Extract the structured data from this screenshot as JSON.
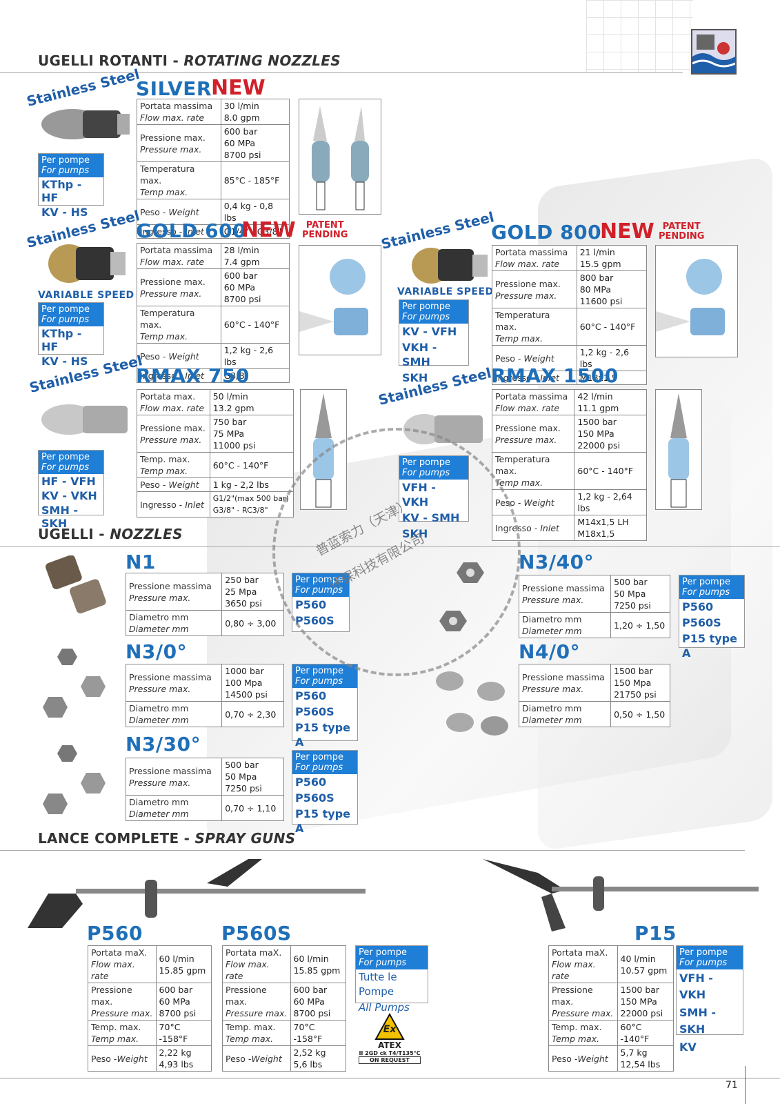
{
  "sections": {
    "rotating": "UGELLI ROTANTI - ",
    "rotating_it": "ROTATING NOZZLES",
    "nozzles": "UGELLI - ",
    "nozzles_it": "NOZZLES",
    "guns": "LANCE COMPLETE - ",
    "guns_it": "SPRAY GUNS"
  },
  "labels": {
    "stainless": "Stainless Steel",
    "new": "NEW",
    "patent1": "PATENT",
    "patent2": "PENDING",
    "variable": "VARIABLE SPEED",
    "per_pompe": "Per pompe",
    "for_pumps": "For pumps"
  },
  "silver": {
    "title": "SILVER",
    "pumps": [
      "KThp - HF",
      "KV - HS"
    ],
    "rows": [
      [
        "Portata massima",
        "Flow max. rate",
        "30 l/min",
        "8.0 gpm"
      ],
      [
        "Pressione max.",
        "Pressure max.",
        "600 bar",
        "60 MPa",
        "8700 psi"
      ],
      [
        "Temperatura max.",
        "Temp max.",
        "85°C - 185°F"
      ],
      [
        "Peso - ",
        "Weight",
        "0,4 kg - 0,8 lbs"
      ],
      [
        "Ingresso - ",
        "Inlet",
        "G1/4\" - G3/8\""
      ]
    ]
  },
  "gold600": {
    "title": "GOLD 600",
    "pumps": [
      "KThp - HF",
      "KV - HS"
    ],
    "rows": [
      [
        "Portata massima",
        "Flow max. rate",
        "28 l/min",
        "7.4 gpm"
      ],
      [
        "Pressione max.",
        "Pressure max.",
        "600 bar",
        "60 MPa",
        "8700 psi"
      ],
      [
        "Temperatura max.",
        "Temp max.",
        "60°C - 140°F"
      ],
      [
        "Peso - ",
        "Weight",
        "1,2 kg - 2,6 lbs"
      ],
      [
        "Ingresso - ",
        "Inlet",
        "G3/8\""
      ]
    ]
  },
  "gold800": {
    "title": "GOLD 800",
    "pumps": [
      "KV - VFH",
      "VKH - SMH",
      "SKH"
    ],
    "rows": [
      [
        "Portata massima",
        "Flow max. rate",
        "21 l/min",
        "15.5 gpm"
      ],
      [
        "Pressione max.",
        "Pressure max.",
        "800 bar",
        "80 MPa",
        "11600 psi"
      ],
      [
        "Temperatura max.",
        "Temp max.",
        "60°C - 140°F"
      ],
      [
        "Peso - ",
        "Weight",
        "1,2 kg - 2,6 lbs"
      ],
      [
        "Ingresso - ",
        "Inlet",
        "M18x1,5"
      ]
    ]
  },
  "rmax750": {
    "title": "RMAX 750",
    "pumps": [
      "HF - VFH",
      "KV - VKH",
      "SMH - SKH"
    ],
    "rows": [
      [
        "Portata max.",
        "Flow max. rate",
        "50 l/min",
        "13.2 gpm"
      ],
      [
        "Pressione max.",
        "Pressure max.",
        "750 bar",
        "75 MPa",
        "11000 psi"
      ],
      [
        "Temp. max.",
        "Temp max.",
        "60°C - 140°F"
      ],
      [
        "Peso - ",
        "Weight",
        "1 kg - 2,2 lbs"
      ],
      [
        "Ingresso - ",
        "Inlet",
        "G1/2\"(max 500 bar)",
        "G3/8\" - RC3/8\""
      ]
    ]
  },
  "rmax1500": {
    "title": "RMAX 1500",
    "pumps": [
      "VFH - VKH",
      "KV - SMH",
      "SKH"
    ],
    "rows": [
      [
        "Portata massima",
        "Flow max. rate",
        "42 l/min",
        "11.1 gpm"
      ],
      [
        "Pressione max.",
        "Pressure max.",
        "1500 bar",
        "150 MPa",
        "22000 psi"
      ],
      [
        "Temperatura max.",
        "Temp max.",
        "60°C - 140°F"
      ],
      [
        "Peso - ",
        "Weight",
        "1,2 kg - 2,64 lbs"
      ],
      [
        "Ingresso - ",
        "Inlet",
        "M14x1,5 LH",
        "M18x1,5"
      ]
    ]
  },
  "n1": {
    "title": "N1",
    "rows": [
      [
        "Pressione massima",
        "Pressure max.",
        "250 bar",
        "25 Mpa",
        "3650 psi"
      ],
      [
        "Diametro mm",
        "Diameter mm",
        "0,80 ÷ 3,00"
      ]
    ],
    "pumps": [
      "P560",
      "P560S"
    ]
  },
  "n340": {
    "title": "N3/40°",
    "rows": [
      [
        "Pressione massima",
        "Pressure max.",
        "500 bar",
        "50 Mpa",
        "7250 psi"
      ],
      [
        "Diametro mm",
        "Diameter mm",
        "1,20 ÷ 1,50"
      ]
    ],
    "pumps": [
      "P560",
      "P560S",
      "P15 type A"
    ]
  },
  "n30": {
    "title": "N3/0°",
    "rows": [
      [
        "Pressione massima",
        "Pressure max.",
        "1000 bar",
        "100 Mpa",
        "14500 psi"
      ],
      [
        "Diametro mm",
        "Diameter mm",
        "0,70 ÷ 2,30"
      ]
    ],
    "pumps": [
      "P560",
      "P560S",
      "P15 type A"
    ]
  },
  "n40": {
    "title": "N4/0°",
    "rows": [
      [
        "Pressione massima",
        "Pressure max.",
        "1500 bar",
        "150 Mpa",
        "21750 psi"
      ],
      [
        "Diametro mm",
        "Diameter mm",
        "0,50 ÷ 1,50"
      ]
    ]
  },
  "n330": {
    "title": "N3/30°",
    "rows": [
      [
        "Pressione massima",
        "Pressure max.",
        "500 bar",
        "50 Mpa",
        "7250 psi"
      ],
      [
        "Diametro mm",
        "Diameter mm",
        "0,70 ÷ 1,10"
      ]
    ],
    "pumps": [
      "P560",
      "P560S",
      "P15 type A"
    ]
  },
  "p560": {
    "title": "P560",
    "rows": [
      [
        "Portata maX.",
        "Flow max. rate",
        "60 l/min",
        "15.85 gpm"
      ],
      [
        "Pressione max.",
        "Pressure max.",
        "600 bar",
        "60 MPa",
        "8700 psi"
      ],
      [
        "Temp. max.",
        "Temp max.",
        "70°C -158°F"
      ],
      [
        "Peso -",
        "Weight",
        "2,22 kg",
        "4,93 lbs"
      ]
    ]
  },
  "p560s": {
    "title": "P560S",
    "rows": [
      [
        "Portata maX.",
        "Flow max. rate",
        "60 l/min",
        "15.85 gpm"
      ],
      [
        "Pressione max.",
        "Pressure max.",
        "600 bar",
        "60 MPa",
        "8700 psi"
      ],
      [
        "Temp. max.",
        "Temp max.",
        "70°C -158°F"
      ],
      [
        "Peso -",
        "Weight",
        "2,52 kg",
        "5,6 lbs"
      ]
    ],
    "pumps": [
      "Tutte le Pompe",
      "All Pumps"
    ]
  },
  "p15": {
    "title": "P15",
    "rows": [
      [
        "Portata maX.",
        "Flow max. rate",
        "40 l/min",
        "10.57 gpm"
      ],
      [
        "Pressione max.",
        "Pressure max.",
        "1500 bar",
        "150 MPa",
        "22000 psi"
      ],
      [
        "Temp. max.",
        "Temp max.",
        "60°C -140°F"
      ],
      [
        "Peso -",
        "Weight",
        "5,7 kg",
        "12,54 lbs"
      ]
    ],
    "pumps": [
      "VFH - VKH",
      "SMH - SKH",
      "KV"
    ]
  },
  "atex": {
    "symbol": "Ex",
    "label": "ATEX",
    "code": "II 2GD ck T4/T135°C",
    "note": "ON REQUEST"
  },
  "stamp": {
    "line1": "普蓝索力（天津）",
    "line2": "环保科技有限公司"
  },
  "page_number": "71"
}
